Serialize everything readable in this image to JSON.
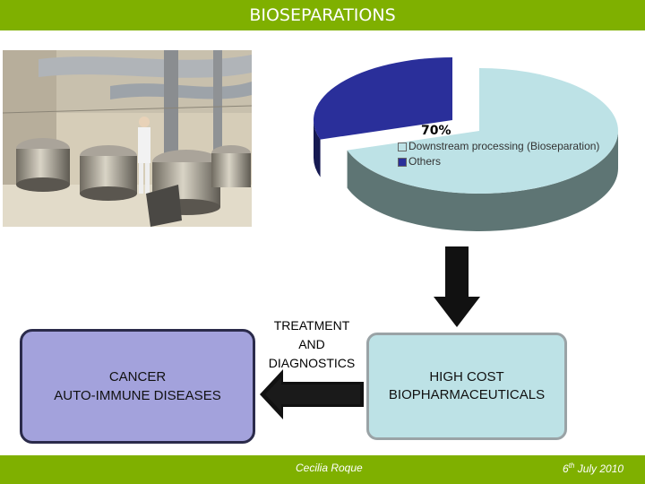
{
  "header": {
    "title": "BIOSEPARATIONS"
  },
  "colors": {
    "bar": "#7fb000",
    "pie_main": "#bde2e6",
    "pie_other": "#2a2f9a",
    "box_left": "#a3a2dc",
    "box_right": "#bde2e6"
  },
  "chart_data": {
    "type": "pie",
    "labels": [
      "Downstream processing (Bioseparation)",
      "Others"
    ],
    "values": [
      70,
      30
    ],
    "data_labels": [
      "70%"
    ],
    "legend_entries": [
      "Downstream processing (Bioseparation)",
      "Others"
    ]
  },
  "diagram": {
    "left_box": {
      "line1": "CANCER",
      "line2": "AUTO-IMMUNE DISEASES"
    },
    "right_box": {
      "line1": "HIGH COST",
      "line2": "BIOPHARMACEUTICALS"
    },
    "treatment": {
      "line1": "TREATMENT",
      "line2": "AND",
      "line3": "DIAGNOSTICS"
    }
  },
  "footer": {
    "author": "Cecilia Roque",
    "date_day": "6",
    "date_sup": "th",
    "date_rest": " July 2010"
  }
}
